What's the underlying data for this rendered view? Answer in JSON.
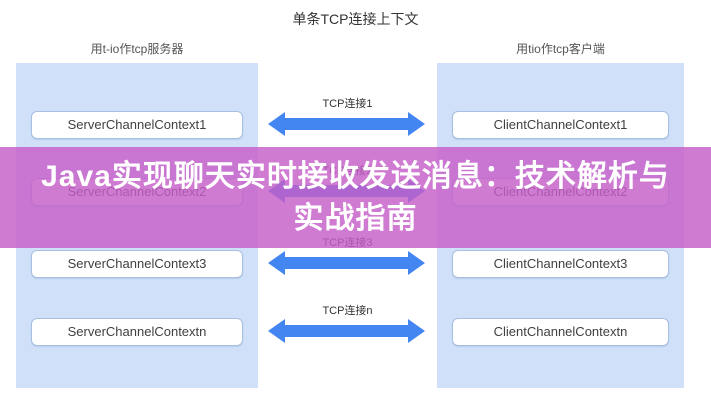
{
  "page": {
    "title": "单条TCP连接上下文"
  },
  "server": {
    "section_label": "用t-io作tcp服务器",
    "nodes": [
      "ServerChannelContext1",
      "ServerChannelContext2",
      "ServerChannelContext3",
      "ServerChannelContextn"
    ]
  },
  "client": {
    "section_label": "用tio作tcp客户端",
    "nodes": [
      "ClientChannelContext1",
      "ClientChannelContext2",
      "ClientChannelContext3",
      "ClientChannelContextn"
    ]
  },
  "connections": {
    "labels": [
      "TCP连接1",
      "TCP连接2",
      "TCP连接3",
      "TCP连接n"
    ]
  },
  "banner": {
    "lines": [
      "Java实现聊天实时接收发送消息：技术解析与",
      "实战指南"
    ]
  },
  "colors": {
    "panel_blue": "#cfe0f8",
    "arrow_blue": "#4385f1",
    "banner_purple": "#c65ec8",
    "banner_text": "#ffffff",
    "node_border": "#a8bfe0"
  }
}
